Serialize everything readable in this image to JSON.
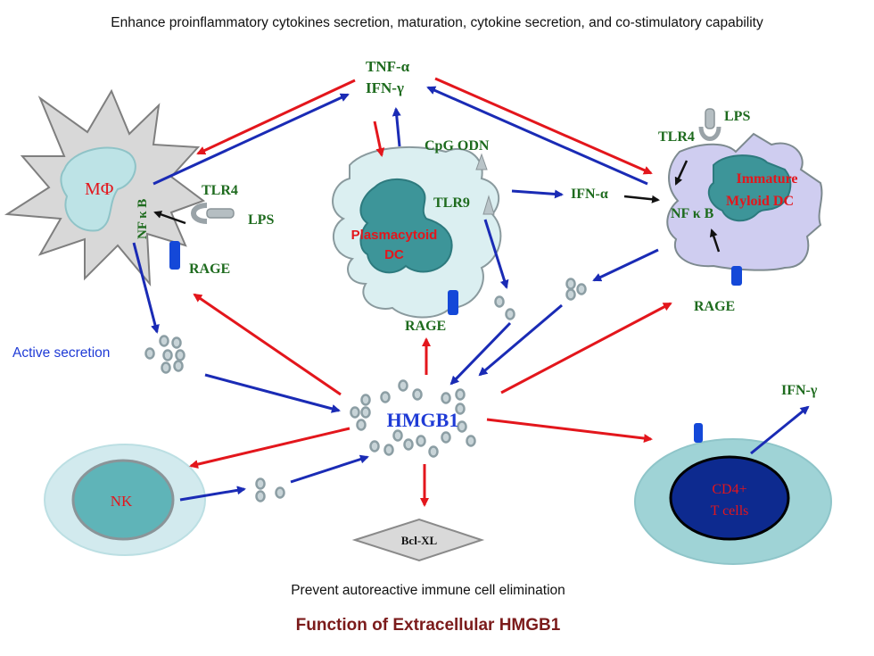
{
  "header": "Enhance proinflammatory cytokines secretion, maturation, cytokine secretion, and co-stimulatory capability",
  "footer_note": "Prevent autoreactive immune cell elimination",
  "figure_title": "Function of Extracellular HMGB1",
  "cytokines_top": {
    "tnf": "TNF-α",
    "ifng": "IFN-γ"
  },
  "macrophage": {
    "label": "MΦ",
    "nfkb": "NF κ B",
    "tlr4": "TLR4",
    "lps": "LPS",
    "rage": "RAGE"
  },
  "active_secretion": "Active secretion",
  "pdc": {
    "label_line1": "Plasmacytoid",
    "label_line2": "DC",
    "cpg": "CpG ODN",
    "tlr9": "TLR9",
    "rage": "RAGE"
  },
  "ifn_alpha": "IFN-α",
  "mdc": {
    "label_line1": "Immature",
    "label_line2": "Myloid DC",
    "tlr4": "TLR4",
    "lps": "LPS",
    "nfkb": "NF κ B",
    "rage": "RAGE"
  },
  "hmgb1": "HMGB1",
  "nk": "NK",
  "tcell": {
    "label_line1": "CD4+",
    "label_line2": "T cells",
    "ifng": "IFN-γ"
  },
  "bclxl": "Bcl-XL",
  "colors": {
    "activation_arrow": "#e3161c",
    "signal_arrow": "#1a2bb5",
    "cell_membrane": "#cfe9ec",
    "nucleus": "#3d9599",
    "label_green": "#1e6b1e",
    "receptor_blue": "#1448d8"
  }
}
